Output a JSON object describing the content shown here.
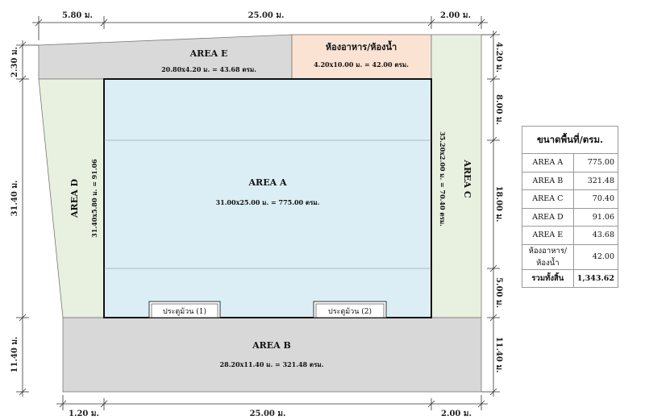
{
  "top_dims": [
    "5.80 ม.",
    "25.00 ม.",
    "2.00 ม."
  ],
  "bottom_dims": [
    "1.20 ม.",
    "25.00 ม.",
    "2.00 ม."
  ],
  "left_dims": [
    "2.30 ม.",
    "31.40 ม.",
    "11.40 ม."
  ],
  "right_dims": [
    "4.20 ม.",
    "8.00 ม.",
    "18.00 ม.",
    "5.00 ม.",
    "11.40 ม."
  ],
  "areas": {
    "a": {
      "title": "AREA A",
      "calc": "31.00x25.00 ม. = 775.00 ตรม."
    },
    "b": {
      "title": "AREA B",
      "calc": "28.20x11.40 ม. = 321.48 ตรม."
    },
    "c": {
      "title": "AREA C",
      "calc": "35.20x2.00 ม. = 70.40 ตรม."
    },
    "d": {
      "title": "AREA D",
      "calc": "31.40x5.80 ม. = 91.06"
    },
    "e": {
      "title": "AREA E",
      "calc": "20.80x4.20 ม. = 43.68 ตรม."
    },
    "restroom": {
      "title": "ห้องอาหาร/ห้องน้ำ",
      "calc": "4.20x10.00 ม. = 42.00 ตรม."
    }
  },
  "doors": [
    "ประตูม้วน (1)",
    "ประตูม้วน (2)"
  ],
  "summary": {
    "header": "ขนาดพื้นที่/ตรม.",
    "rows": [
      {
        "label": "AREA A",
        "value": "775.00"
      },
      {
        "label": "AREA B",
        "value": "321.48"
      },
      {
        "label": "AREA C",
        "value": "70.40"
      },
      {
        "label": "AREA D",
        "value": "91.06"
      },
      {
        "label": "AREA E",
        "value": "43.68"
      },
      {
        "label": "ห้องอาหาร/ห้องน้ำ",
        "value": "42.00"
      }
    ],
    "total_label": "รวมทั้งสิ้น",
    "total_value": "1,343.62"
  },
  "colors": {
    "area_a": "#dbeef5",
    "area_b": "#d8d8d8",
    "area_cde": "#e8f0e0",
    "area_e": "#d9d9d9",
    "restroom": "#fbe3d3"
  }
}
